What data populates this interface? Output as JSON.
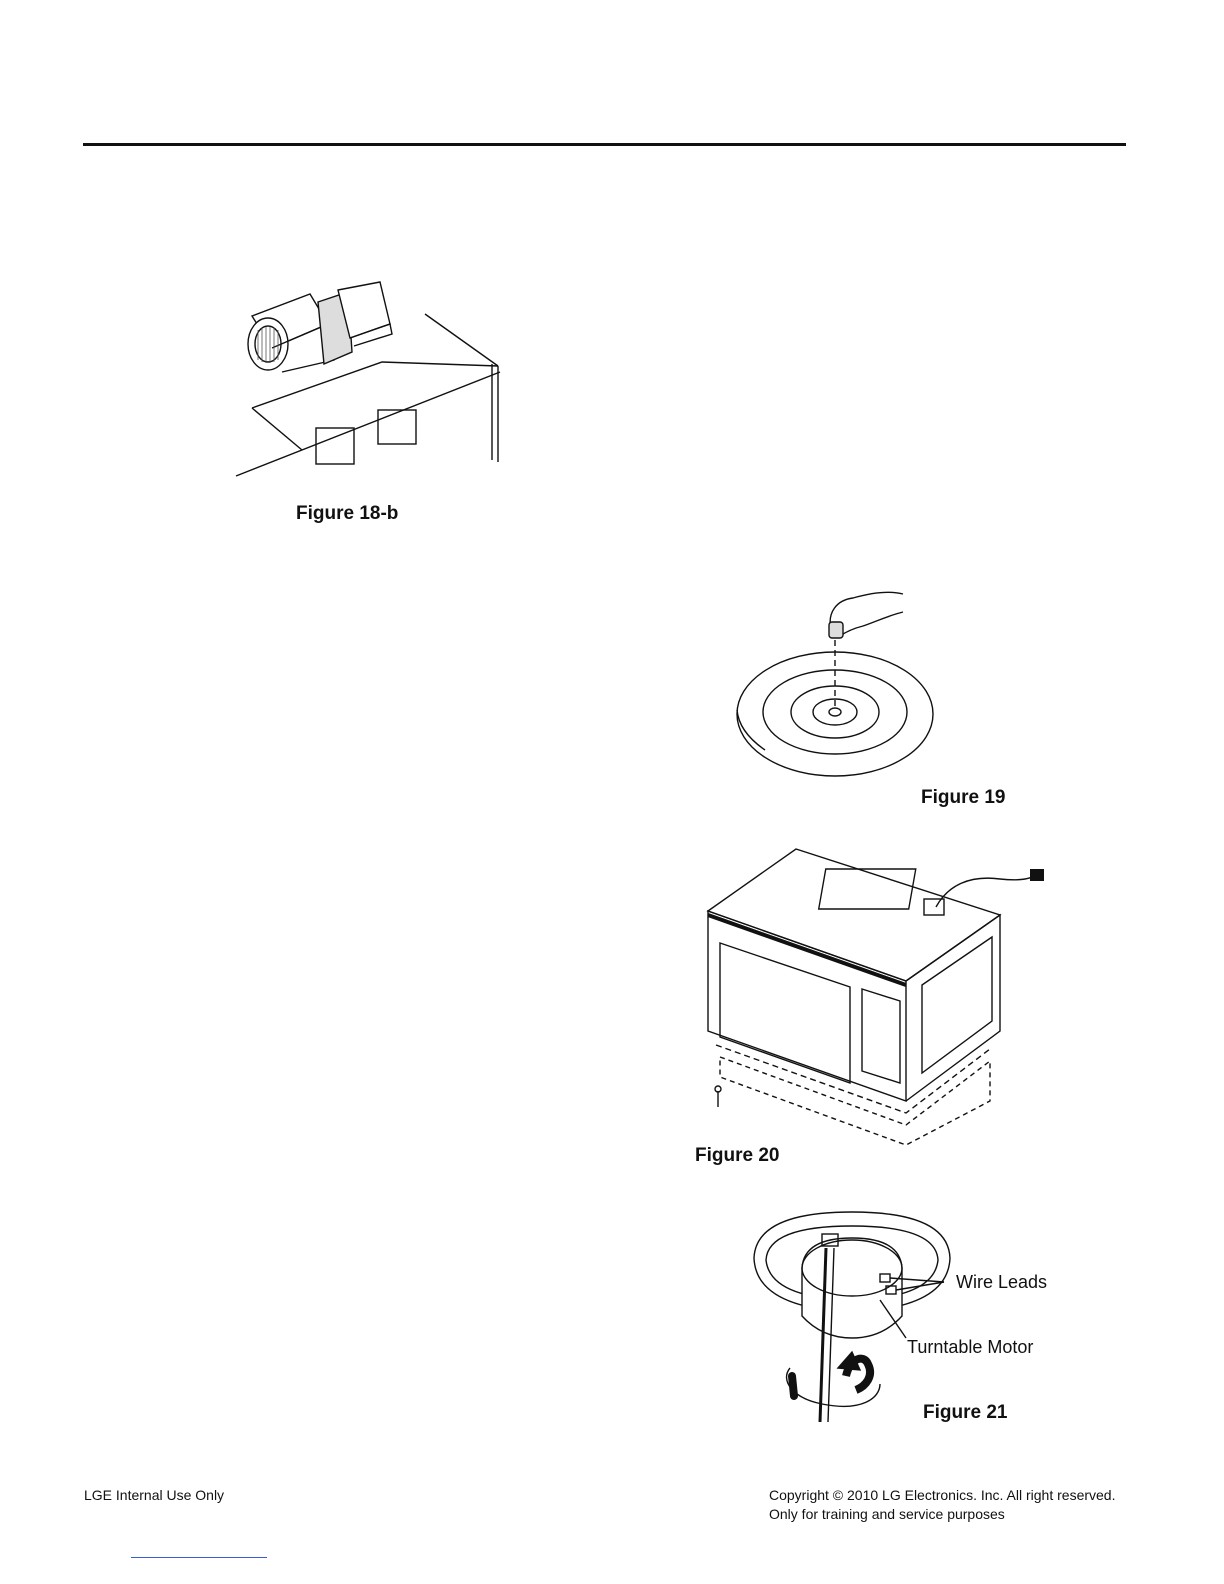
{
  "figures": {
    "fig18b": {
      "caption": "Figure 18-b"
    },
    "fig19": {
      "caption": "Figure 19"
    },
    "fig20": {
      "caption": "Figure 20"
    },
    "fig21": {
      "caption": "Figure 21",
      "labels": {
        "wire_leads": "Wire Leads",
        "turntable_motor": "Turntable Motor"
      }
    }
  },
  "footer": {
    "left": "LGE Internal Use Only",
    "right_line1": "Copyright © 2010 LG Electronics. Inc. All right reserved.",
    "right_line2": "Only for training and service purposes"
  }
}
